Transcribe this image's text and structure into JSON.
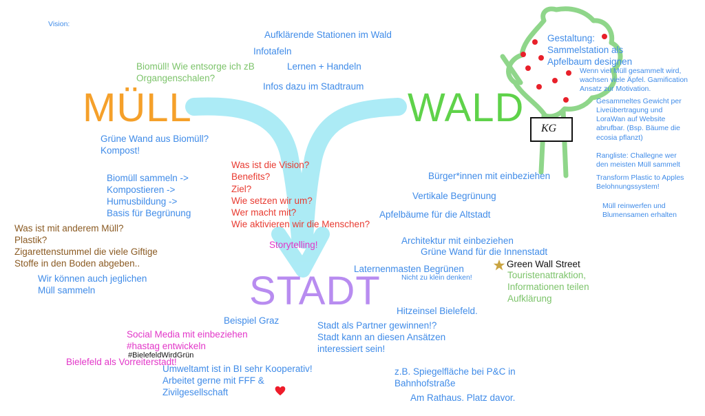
{
  "labels": {
    "vision_small": "Vision:",
    "stations": "Aufklärende Stationen im Wald",
    "infotafeln": "Infotafeln",
    "lernen": "Lernen + Handeln",
    "infos_stadtraum": "Infos dazu im Stadtraum",
    "biomuell_q": "Biomüll! Wie entsorge ich zB\nOrgangenschalen?",
    "muell": "MÜLL",
    "wald": "WALD",
    "stadt": "STADT",
    "gruene_wand_bio": "Grüne Wand aus Biomüll?\nKompost!",
    "biomuell_chain": "Biomüll sammeln ->\nKompostieren ->\nHumusbildung ->\nBasis für Begrünung",
    "anderer_muell": "Was ist mit anderem Müll?\nPlastik?\nZigarettenstummel die viele Giftige\nStoffe in den Boden abgeben..",
    "jeglichen_muell": "Wir können auch jeglichen\nMüll sammeln",
    "questions": "Was ist die Vision?\nBenefits?\nZiel?\nWie setzen wir um?\nWer macht mit?\nWie aktivieren wir die Menschen?",
    "storytelling": "Storytelling!",
    "buerger": "Bürger*innen mit einbeziehen",
    "vertikal": "Vertikale Begrünung",
    "apfelbaeume": "Apfelbäume für die Altstadt",
    "architektur": "Architektur mit einbeziehen",
    "gruene_wand_innen": "Grüne Wand für die Innenstadt",
    "laternen": "Laternenmasten Begrünen",
    "nicht_klein": "Nicht zu klein denken!",
    "green_wall": "Green Wall Street",
    "touristen": "Touristenattraktion,\nInformationen teilen\nAufklärung",
    "hitzeinsel": "Hitzeinsel Bielefeld.",
    "graz": "Beispiel Graz",
    "social": "Social Media mit einbeziehen\n#hastag entwickeln",
    "hashtag": "#BielefeldWirdGrün",
    "vorreiter": "Bielefeld als Vorreiterstadt!",
    "partner": "Stadt als Partner gewinnen!?\nStadt kann an diesen Ansätzen\ninteressiert sein!",
    "umweltamt": "Umweltamt ist in BI sehr Kooperativ!\nArbeitet gerne mit FFF &\nZivilgesellschaft",
    "spiegel": "z.B. Spiegelfläche bei P&C in\nBahnhofstraße",
    "rathaus": "Am Rathaus. Platz davor.",
    "gestaltung": "Gestaltung:\nSammelstation als\nApfelbaum designen",
    "gamification": "Wenn viel Müll gesammelt wird,\nwachsen viele Äpfel. Gamification\nAnsatz zur Motivation.",
    "gewicht": "Gesammeltes Gewicht per\nLiveübertragung und\nLoraWan auf Website\nabrufbar. (Bsp. Bäume die\necosia pflanzt)",
    "rangliste": "Rangliste: Challegne wer\nden meisten Müll sammelt",
    "transform": "Transform Plastic to Apples\nBelohnungssystem!",
    "blumensamen": "Müll reinwerfen und\nBlumensamen erhalten",
    "kg_sign": "KG"
  },
  "colors": {
    "blue": "#3f8be8",
    "orange": "#f5a02a",
    "green_title": "#5fd24a",
    "purple": "#b88cf0",
    "red": "#e83a30",
    "magenta": "#e236c8",
    "brown": "#8a5a22",
    "light_green": "#7cc36a",
    "tree_green": "#8fd68a",
    "cyan_arrow": "#9ee8f4",
    "apple_red": "#e8202a",
    "heart_red": "#ee1c2a",
    "star_gold": "#c9a441"
  },
  "icons": {
    "star": "star-icon",
    "heart": "heart-icon",
    "tree": "apple-tree-sketch",
    "arrow": "merge-arrow"
  }
}
